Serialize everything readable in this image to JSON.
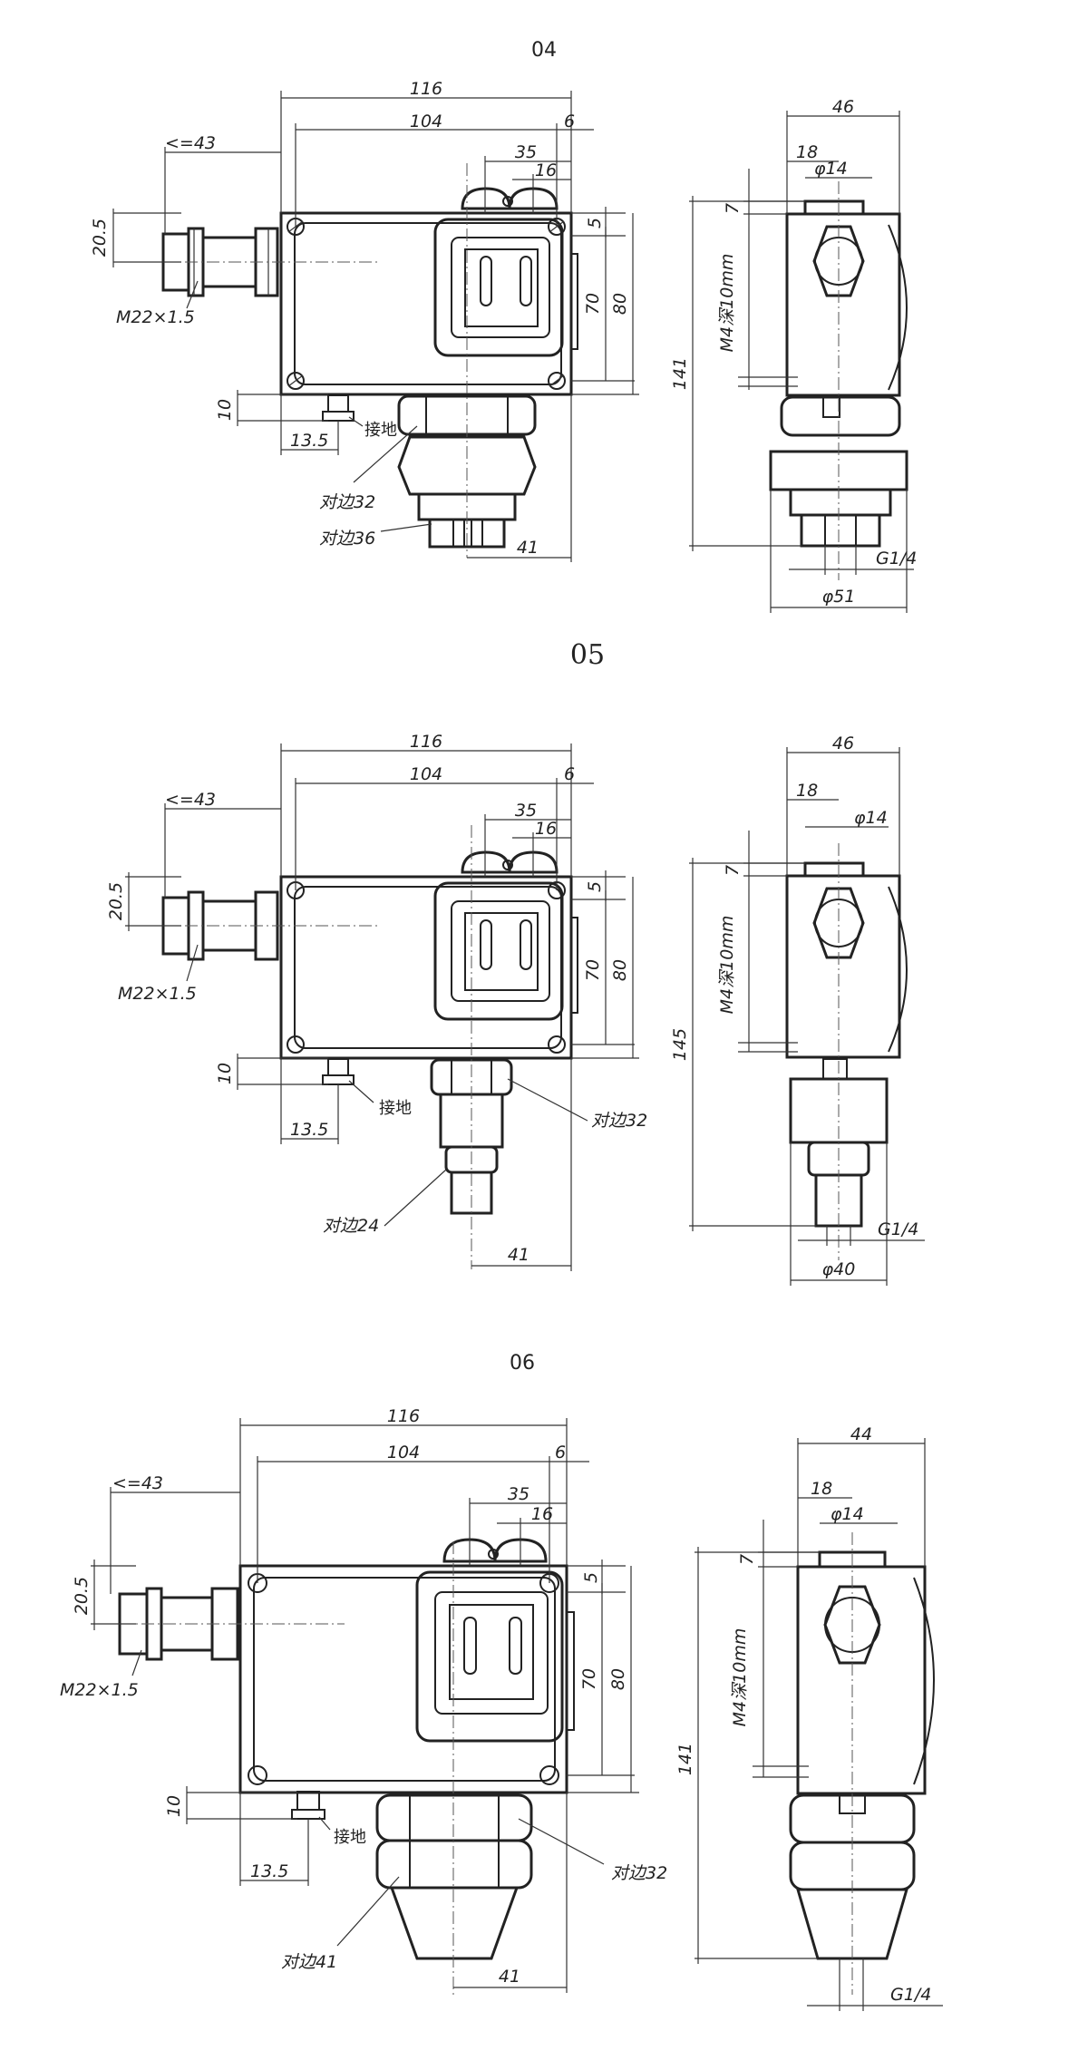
{
  "drawings": [
    {
      "title": "04",
      "dims": {
        "overall_width": "116",
        "inner_width": "104",
        "right_offset": "6",
        "cable_reach": "<=43",
        "gland_center": "35",
        "gland_pitch": "16",
        "gland_height": "20.5",
        "thread": "M22×1.5",
        "top_offset": "5",
        "inner_height": "70",
        "outer_height": "80",
        "ground_height": "10",
        "ground_offset": "13.5",
        "ground_label": "接地",
        "nut1": "对边32",
        "nut2": "对边36",
        "port_offset": "41",
        "side_width": "46",
        "side_top": "18",
        "side_dia": "φ14",
        "side_cap": "7",
        "side_hole": "M4深10mm",
        "side_height": "141",
        "side_port": "G1/4",
        "side_base": "φ51"
      }
    },
    {
      "title": "05",
      "dims": {
        "overall_width": "116",
        "inner_width": "104",
        "right_offset": "6",
        "cable_reach": "<=43",
        "gland_center": "35",
        "gland_pitch": "16",
        "gland_height": "20.5",
        "thread": "M22×1.5",
        "top_offset": "5",
        "inner_height": "70",
        "outer_height": "80",
        "ground_height": "10",
        "ground_offset": "13.5",
        "ground_label": "接地",
        "nut1": "对边32",
        "nut2": "对边24",
        "port_offset": "41",
        "side_width": "46",
        "side_top": "18",
        "side_dia": "φ14",
        "side_cap": "7",
        "side_hole": "M4深10mm",
        "side_height": "145",
        "side_port": "G1/4",
        "side_base": "φ40"
      }
    },
    {
      "title": "06",
      "dims": {
        "overall_width": "116",
        "inner_width": "104",
        "right_offset": "6",
        "cable_reach": "<=43",
        "gland_center": "35",
        "gland_pitch": "16",
        "gland_height": "20.5",
        "thread": "M22×1.5",
        "top_offset": "5",
        "inner_height": "70",
        "outer_height": "80",
        "ground_height": "10",
        "ground_offset": "13.5",
        "ground_label": "接地",
        "nut1": "对边32",
        "nut2": "对边41",
        "port_offset": "41",
        "side_width": "44",
        "side_top": "18",
        "side_dia": "φ14",
        "side_cap": "7",
        "side_hole": "M4深10mm",
        "side_height": "141",
        "side_port": "G1/4",
        "side_base": ""
      }
    }
  ]
}
